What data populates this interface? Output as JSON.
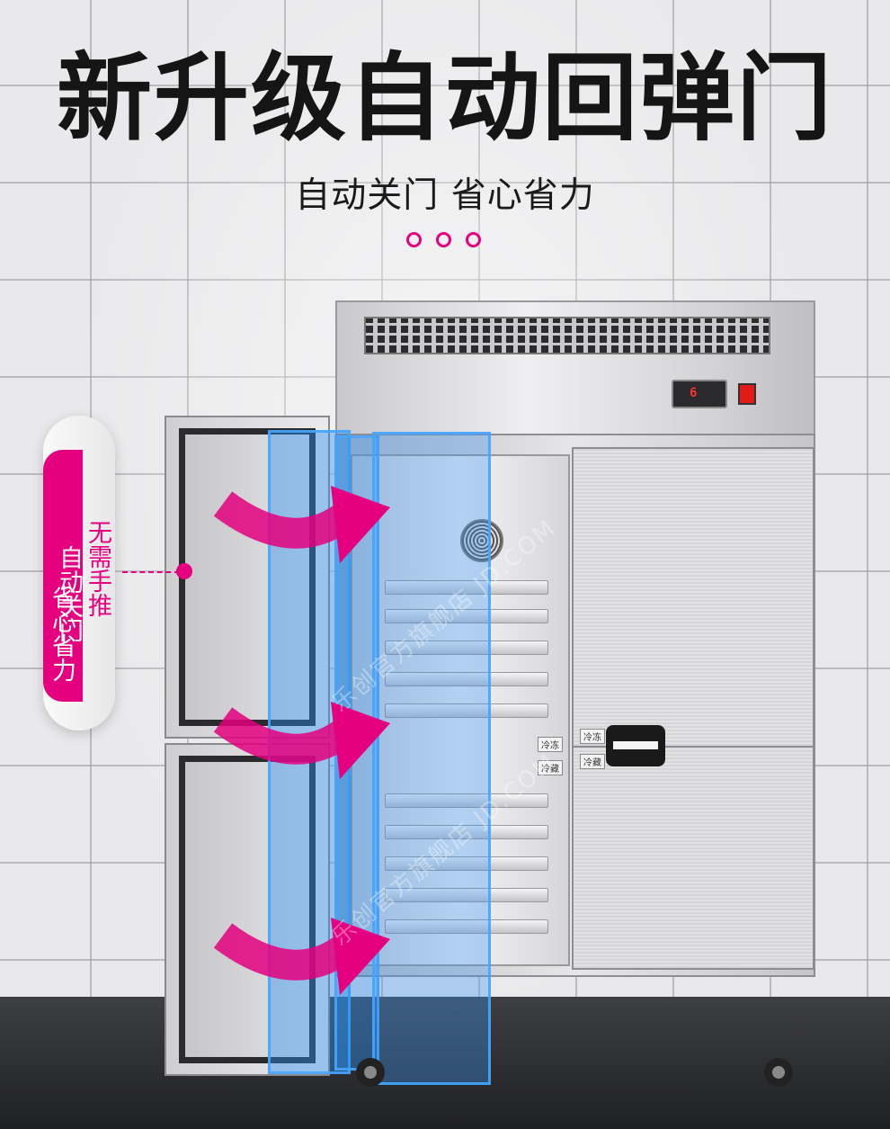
{
  "headline": "新升级自动回弹门",
  "subheadline": "自动关门 省心省力",
  "callout": {
    "col_primary": "自动关门",
    "col_primary_2": "省心省力",
    "col_secondary": "无需手推"
  },
  "fridge": {
    "display_digit": "6",
    "badge_freeze": "冷冻",
    "badge_chill": "冷藏",
    "badge_freeze_inner": "冷冻",
    "badge_chill_inner": "冷藏"
  },
  "watermark": [
    "乐创官方旗舰店 JD.COM",
    "乐创官方旗舰店 JD.COM"
  ],
  "colors": {
    "accent": "#e4007f",
    "glass": "#3ba0f0"
  }
}
